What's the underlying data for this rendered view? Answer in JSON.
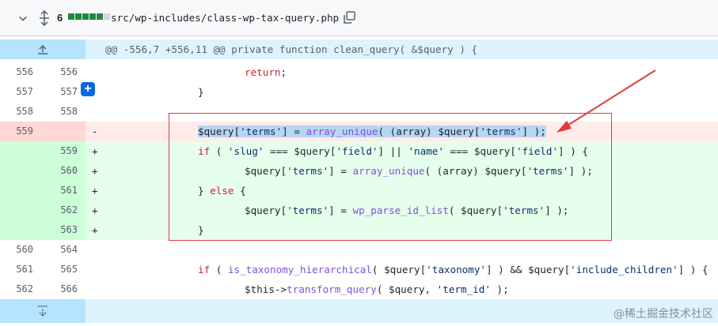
{
  "file_header": {
    "change_count": "6",
    "diffstat": [
      "add",
      "add",
      "add",
      "add",
      "add",
      "neutral"
    ],
    "file_path": "src/wp-includes/class-wp-tax-query.php",
    "icons": [
      "chevron-down-icon",
      "unfold-icon",
      "copy-icon"
    ]
  },
  "hunk": {
    "header": "@@ -556,7 +556,11 @@ private function clean_query( &$query ) {"
  },
  "lines": [
    {
      "old": "556",
      "new": "556",
      "marker": "",
      "type": "ctx"
    },
    {
      "old": "557",
      "new": "557",
      "marker": "",
      "type": "ctx"
    },
    {
      "old": "558",
      "new": "558",
      "marker": "",
      "type": "ctx"
    },
    {
      "old": "559",
      "new": "",
      "marker": "-",
      "type": "del"
    },
    {
      "old": "",
      "new": "559",
      "marker": "+",
      "type": "add"
    },
    {
      "old": "",
      "new": "560",
      "marker": "+",
      "type": "add"
    },
    {
      "old": "",
      "new": "561",
      "marker": "+",
      "type": "add"
    },
    {
      "old": "",
      "new": "562",
      "marker": "+",
      "type": "add"
    },
    {
      "old": "",
      "new": "563",
      "marker": "+",
      "type": "add"
    },
    {
      "old": "560",
      "new": "564",
      "marker": "",
      "type": "ctx"
    },
    {
      "old": "561",
      "new": "565",
      "marker": "",
      "type": "ctx"
    },
    {
      "old": "562",
      "new": "566",
      "marker": "",
      "type": "ctx"
    }
  ],
  "code": {
    "l0": [
      "return",
      ";"
    ],
    "l1": "}",
    "l3": [
      "$query",
      "[",
      "'terms'",
      "] = ",
      "array_unique",
      "( (array) ",
      "$query",
      "[",
      "'terms'",
      "] );"
    ],
    "l4": [
      "if",
      " ( ",
      "'slug'",
      " === ",
      "$query",
      "[",
      "'field'",
      "] || ",
      "'name'",
      " === ",
      "$query",
      "[",
      "'field'",
      "] ) {"
    ],
    "l5": [
      "$query",
      "[",
      "'terms'",
      "] = ",
      "array_unique",
      "( (array) ",
      "$query",
      "[",
      "'terms'",
      "] );"
    ],
    "l6": [
      "} ",
      "else",
      " {"
    ],
    "l7": [
      "$query",
      "[",
      "'terms'",
      "] = ",
      "wp_parse_id_list",
      "( ",
      "$query",
      "[",
      "'terms'",
      "] );"
    ],
    "l8": "}",
    "l10": [
      "if",
      " ( ",
      "is_taxonomy_hierarchical",
      "( ",
      "$query",
      "[",
      "'taxonomy'",
      "] ) && ",
      "$query",
      "[",
      "'include_children'",
      "] ) {"
    ],
    "l11": [
      "$this",
      "->",
      "transform_query",
      "( ",
      "$query",
      ", ",
      "'term_id'",
      " );"
    ]
  },
  "add_comment_label": "+",
  "watermark": "@稀土掘金技术社区",
  "colors": {
    "annotation": "#e23b3b",
    "add_bg": "#e6ffec",
    "del_bg": "#ffebe9",
    "hunk_bg": "#ddf4ff",
    "selection": "#b6d6f2"
  }
}
